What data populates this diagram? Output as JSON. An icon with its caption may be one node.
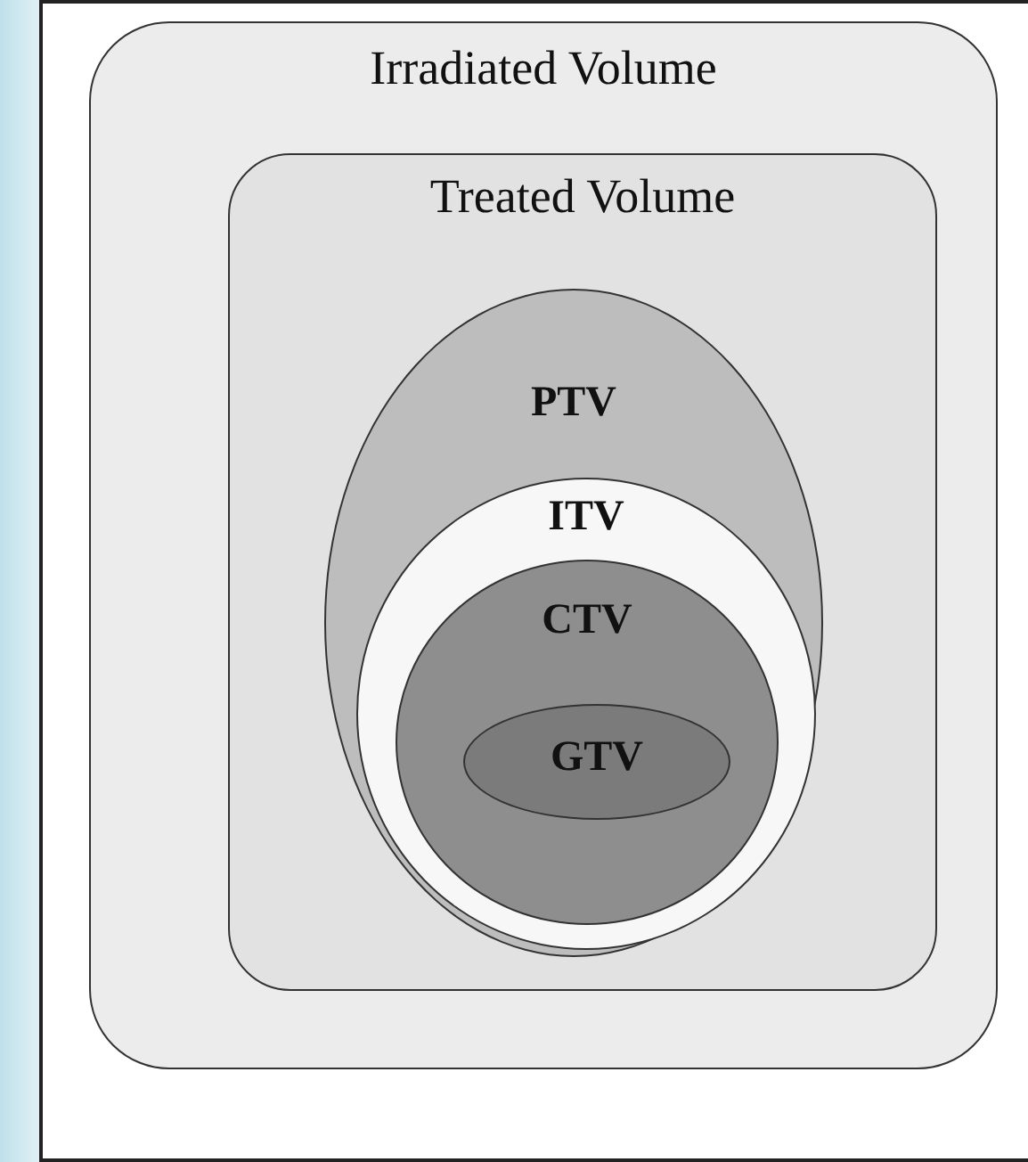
{
  "diagram": {
    "nodes": [
      {
        "text": [
          "Irradiated Volume"
        ]
      },
      {
        "text": [
          "Treated Volume"
        ],
        "in": 0
      },
      {
        "text": [
          "PTV"
        ],
        "in": 1
      },
      {
        "text": [
          "ITV"
        ],
        "in": 2
      },
      {
        "text": [
          "CTV"
        ],
        "in": 3
      },
      {
        "text": [
          "GTV"
        ],
        "in": 4
      }
    ]
  }
}
